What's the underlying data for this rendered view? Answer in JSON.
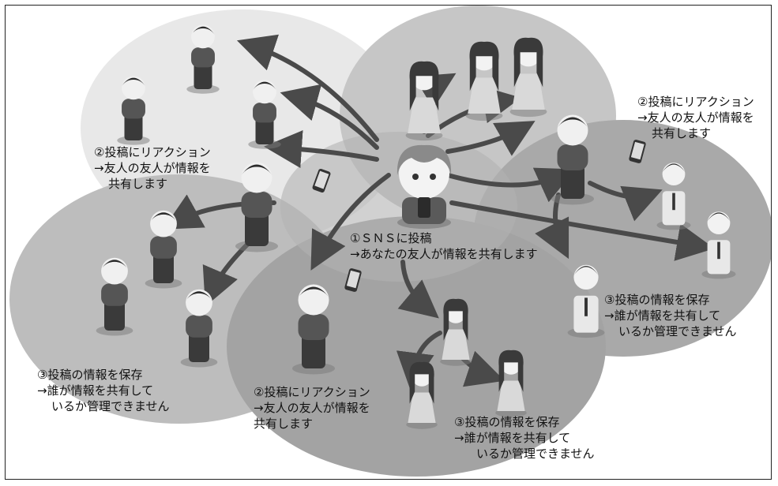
{
  "labels": {
    "center": {
      "line1": "①ＳＮＳに投稿",
      "line2": "→あなたの友人が情報を共有します"
    },
    "top_left": {
      "line1": "②投稿にリアクション",
      "line2": "→友人の友人が情報を",
      "line3": "共有します"
    },
    "top_right": {
      "line1": "②投稿にリアクション",
      "line2": "→友人の友人が情報を",
      "line3": "共有します"
    },
    "bottom_middle": {
      "line1": "②投稿にリアクション",
      "line2": "→友人の友人が情報を",
      "line3": "共有します"
    },
    "right_save": {
      "line1": "③投稿の情報を保存",
      "line2": "→誰が情報を共有して",
      "line3": "いるか管理できません"
    },
    "left_save": {
      "line1": "③投稿の情報を保存",
      "line2": "→誰が情報を共有して",
      "line3": "いるか管理できません"
    },
    "bottom_save": {
      "line1": "③投稿の情報を保存",
      "line2": "→誰が情報を共有して",
      "line3": "いるか管理できません"
    }
  },
  "colors": {
    "ellipse_light": "#e6e6e6",
    "ellipse_mid": "#bdbdbd",
    "ellipse_dark": "#9a9a9a",
    "arrow": "#4a4a4a",
    "figure_dark": "#2b2b2b",
    "figure_light": "#f2f2f2"
  }
}
